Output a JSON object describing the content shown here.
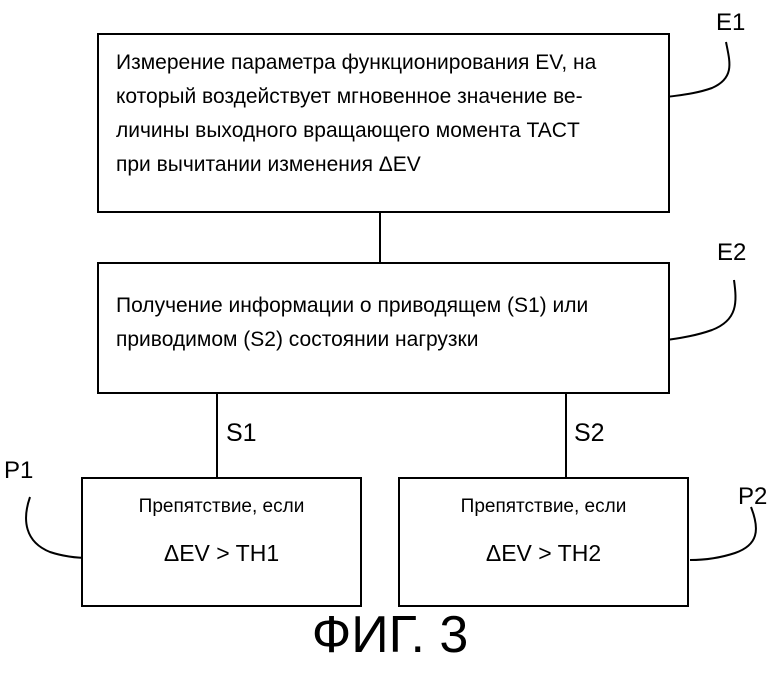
{
  "boxes": {
    "e1": {
      "lines": [
        "Измерение параметра функционирования EV, на",
        "который воздействует мгновенное значение ве-",
        "личины выходного вращающего момента TACT",
        "при вычитании изменения ΔEV"
      ],
      "ref": "E1"
    },
    "e2": {
      "lines": [
        "Получение информации о приводящем (S1) или",
        "приводимом (S2) состоянии нагрузки"
      ],
      "ref": "E2"
    },
    "p1": {
      "lines": [
        "Препятствие, если",
        "ΔEV > TH1"
      ],
      "ref": "P1"
    },
    "p2": {
      "lines": [
        "Препятствие, если",
        "ΔEV > TH2"
      ],
      "ref": "P2"
    }
  },
  "branches": {
    "s1": "S1",
    "s2": "S2"
  },
  "figure_label": "ФИГ. 3"
}
